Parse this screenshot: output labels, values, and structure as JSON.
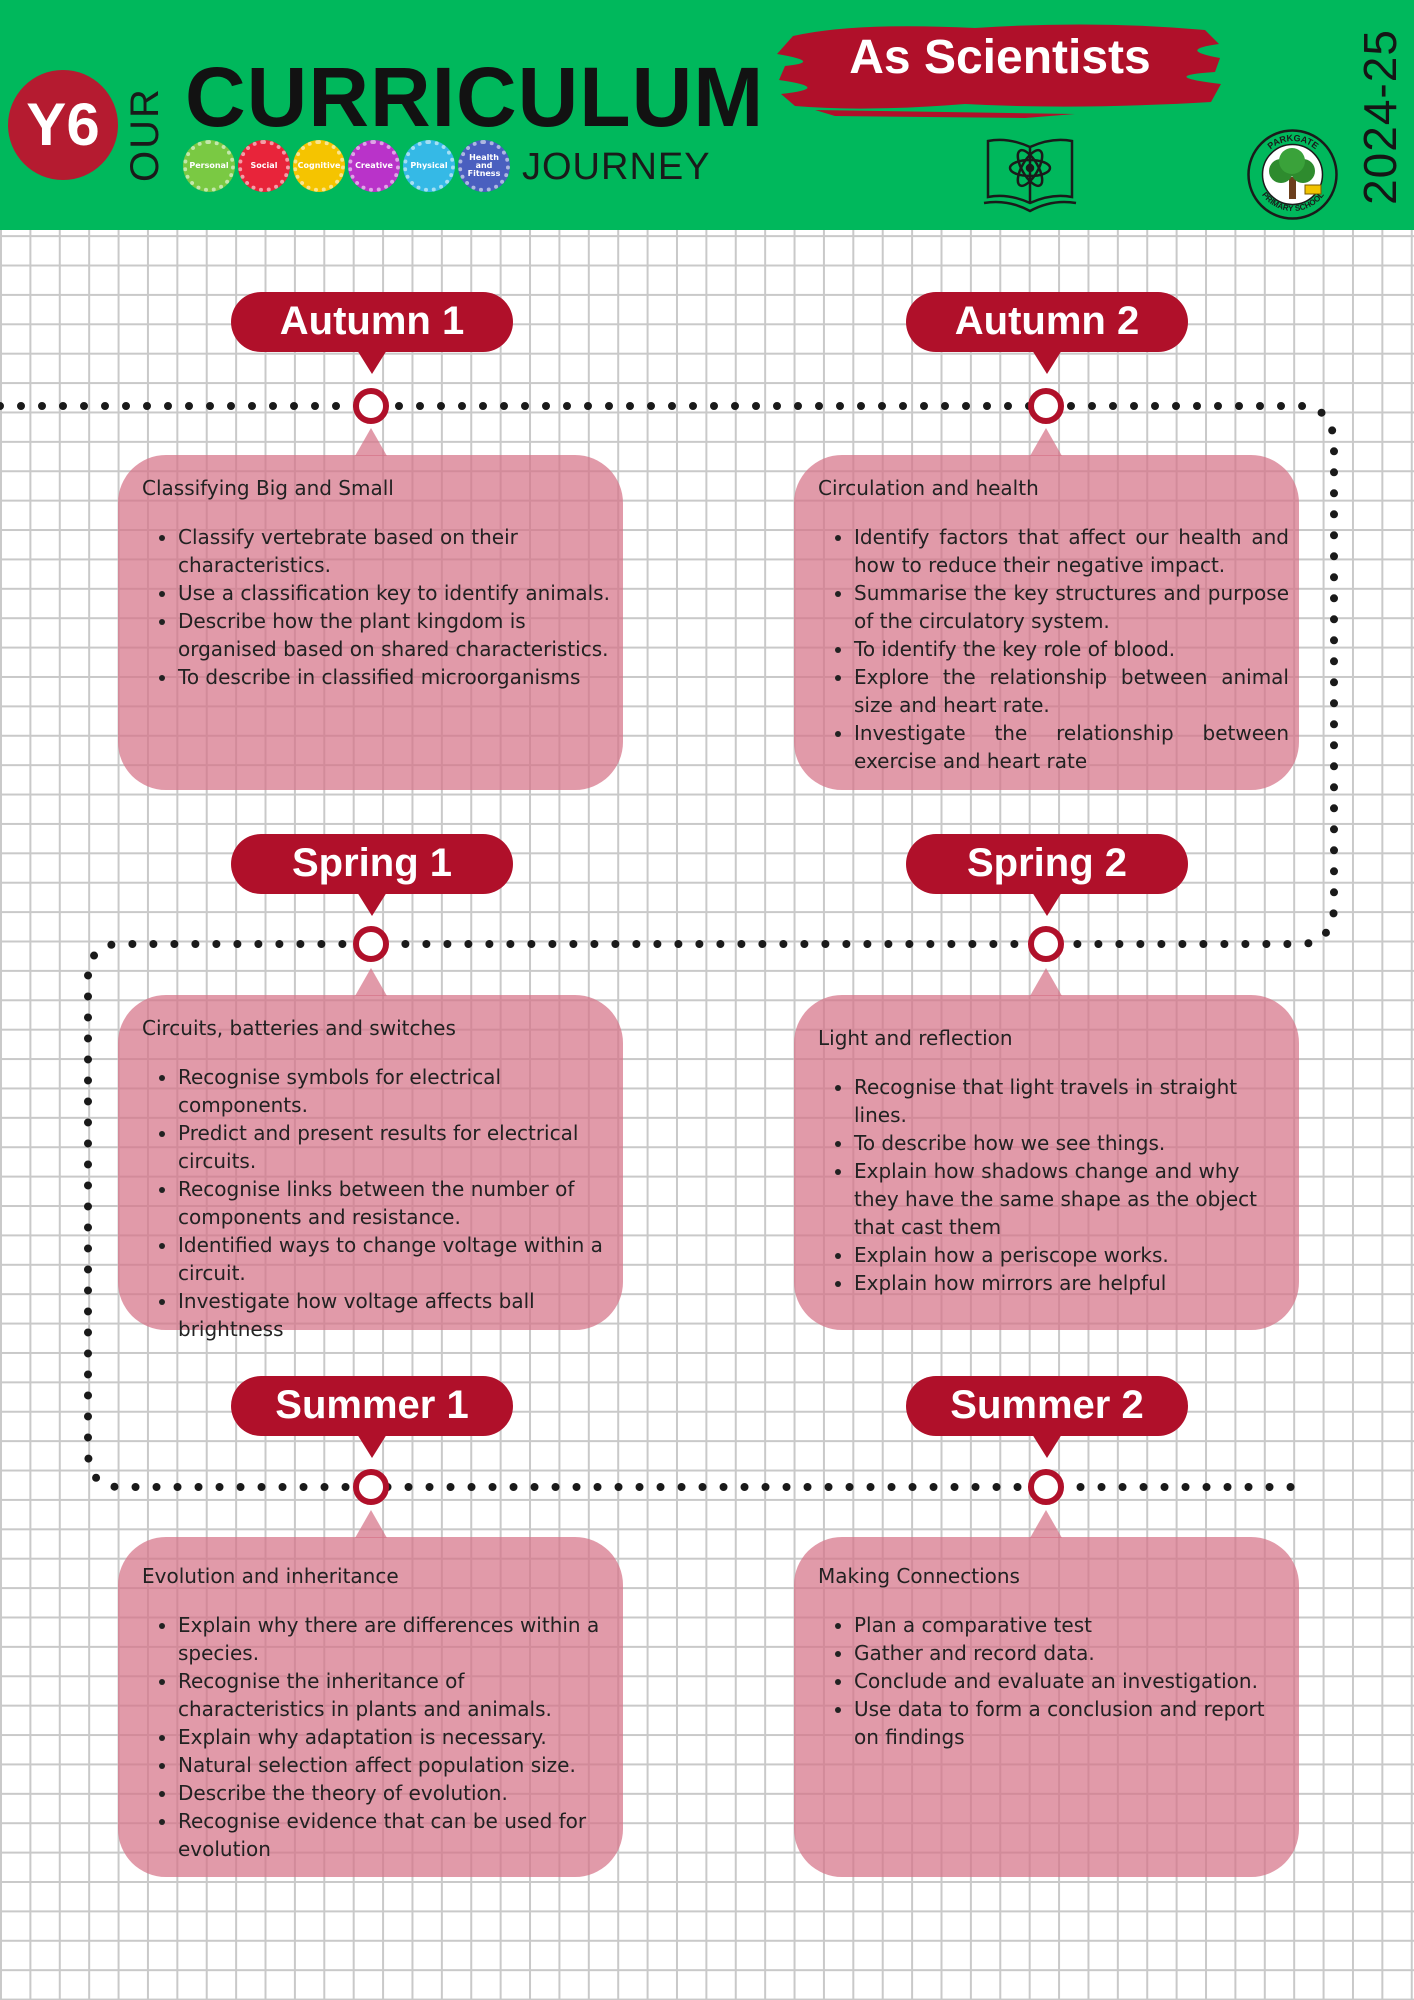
{
  "header": {
    "badge": "Y6",
    "our": "OUR",
    "title": "CURRICULUM",
    "journey": "JOURNEY",
    "strand": "As Scientists",
    "school_top": "PARKGATE",
    "school_bottom": "PRIMARY SCHOOL",
    "year": "2024-25",
    "gears": [
      {
        "label": "Personal",
        "color": "#7ac943"
      },
      {
        "label": "Social",
        "color": "#e8243a"
      },
      {
        "label": "Cognitive",
        "color": "#f5c400"
      },
      {
        "label": "Creative",
        "color": "#b933c9"
      },
      {
        "label": "Physical",
        "color": "#35b9e6"
      },
      {
        "label": "Health and Fitness",
        "color": "#4a5fbf"
      }
    ]
  },
  "colors": {
    "accent": "#b0102a",
    "header_bg": "#00b85c",
    "card_bg": "#d57388"
  },
  "terms": [
    {
      "label": "Autumn 1",
      "topic": "Classifying Big and Small",
      "objectives": [
        "Classify vertebrate based on their characteristics.",
        "Use a classification key to identify animals.",
        "Describe how the plant kingdom is organised based on shared characteristics.",
        "To describe in classified microorganisms"
      ]
    },
    {
      "label": "Autumn 2",
      "topic": "Circulation and health",
      "objectives": [
        "Identify factors that affect our health and how to reduce their negative impact.",
        "Summarise the key structures and purpose of the circulatory system.",
        "To identify the key role of blood.",
        "Explore the relationship between animal size and heart rate.",
        "Investigate the relationship between exercise and heart rate"
      ]
    },
    {
      "label": "Spring 1",
      "topic": "Circuits, batteries and switches",
      "objectives": [
        "Recognise symbols for electrical components.",
        "Predict and present results for electrical circuits.",
        "Recognise links between the number of components and resistance.",
        "Identified ways to change voltage within a circuit.",
        "Investigate how voltage affects ball brightness"
      ]
    },
    {
      "label": "Spring 2",
      "topic": "Light and reflection",
      "objectives": [
        "Recognise that light travels in straight lines.",
        "To describe how we see things.",
        "Explain how shadows change and why they have the same shape as the object that cast them",
        "Explain how a periscope works.",
        "Explain how mirrors are helpful"
      ]
    },
    {
      "label": "Summer 1",
      "topic": "Evolution and inheritance",
      "objectives": [
        "Explain why there are differences within a species.",
        "Recognise the inheritance of characteristics in plants and animals.",
        "Explain why adaptation is necessary.",
        "Natural selection affect population size.",
        "Describe the theory of evolution.",
        "Recognise evidence that can be used for evolution"
      ]
    },
    {
      "label": "Summer 2",
      "topic": "Making Connections",
      "objectives": [
        "Plan  a comparative test",
        "Gather and record data.",
        "Conclude and evaluate an investigation.",
        "Use data to form a conclusion and report on findings"
      ]
    }
  ]
}
